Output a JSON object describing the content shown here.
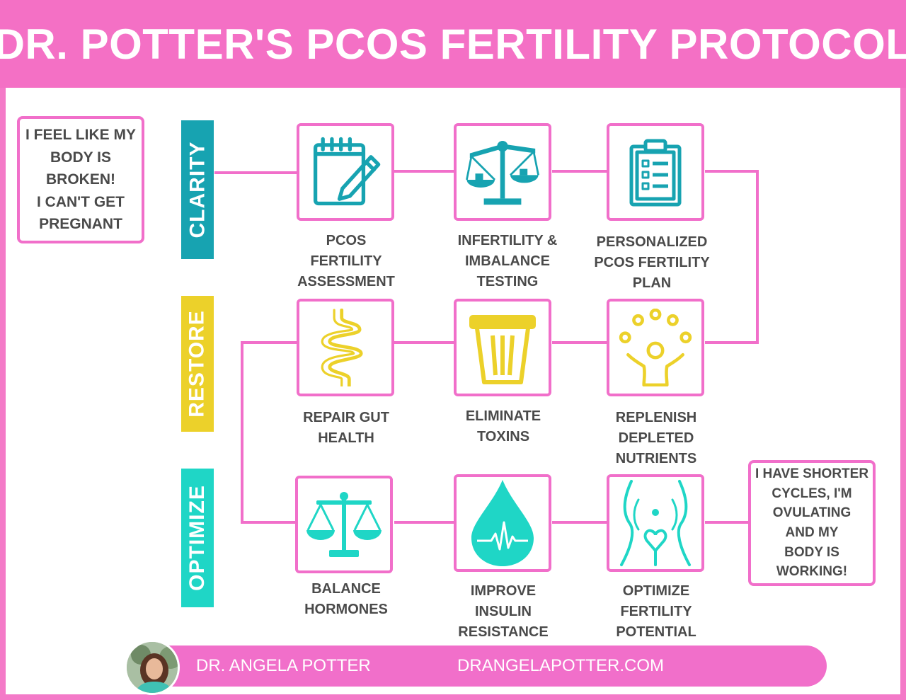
{
  "title": "DR. POTTER'S PCOS FERTILITY PROTOCOL",
  "start_note": "I FEEL LIKE MY\nBODY IS\nBROKEN!\nI CAN'T GET\nPREGNANT",
  "end_note": "I HAVE SHORTER\nCYCLES, I'M\nOVULATING\nAND MY\nBODY IS\nWORKING!",
  "phases": [
    {
      "label": "CLARITY",
      "color": "#17a3b1"
    },
    {
      "label": "RESTORE",
      "color": "#ecd12a"
    },
    {
      "label": "OPTIMIZE",
      "color": "#1fd6c6"
    }
  ],
  "steps": [
    {
      "label": "PCOS\nFERTILITY\nASSESSMENT",
      "icon": "notepad-pencil-icon",
      "color": "#17a3b1"
    },
    {
      "label": "INFERTILITY &\nIMBALANCE\nTESTING",
      "icon": "balance-scale-icon",
      "color": "#17a3b1"
    },
    {
      "label": "PERSONALIZED\nPCOS FERTILITY\nPLAN",
      "icon": "clipboard-checklist-icon",
      "color": "#17a3b1"
    },
    {
      "label": "REPAIR GUT\nHEALTH",
      "icon": "intestine-icon",
      "color": "#ecd12a"
    },
    {
      "label": "ELIMINATE\nTOXINS",
      "icon": "trash-can-icon",
      "color": "#ecd12a"
    },
    {
      "label": "REPLENISH\nDEPLETED\nNUTRIENTS",
      "icon": "person-juggling-icon",
      "color": "#ecd12a"
    },
    {
      "label": "BALANCE\nHORMONES",
      "icon": "justice-scale-icon",
      "color": "#1fd6c6"
    },
    {
      "label": "IMPROVE\nINSULIN\nRESISTANCE",
      "icon": "water-drop-pulse-icon",
      "color": "#1fd6c6"
    },
    {
      "label": "OPTIMIZE\nFERTILITY\nPOTENTIAL",
      "icon": "womb-heart-icon",
      "color": "#1fd6c6"
    }
  ],
  "footer": {
    "name": "DR. ANGELA POTTER",
    "url": "DRANGELAPOTTER.COM"
  },
  "colors": {
    "pink": "#f16fca",
    "text": "#4a4a4a"
  }
}
